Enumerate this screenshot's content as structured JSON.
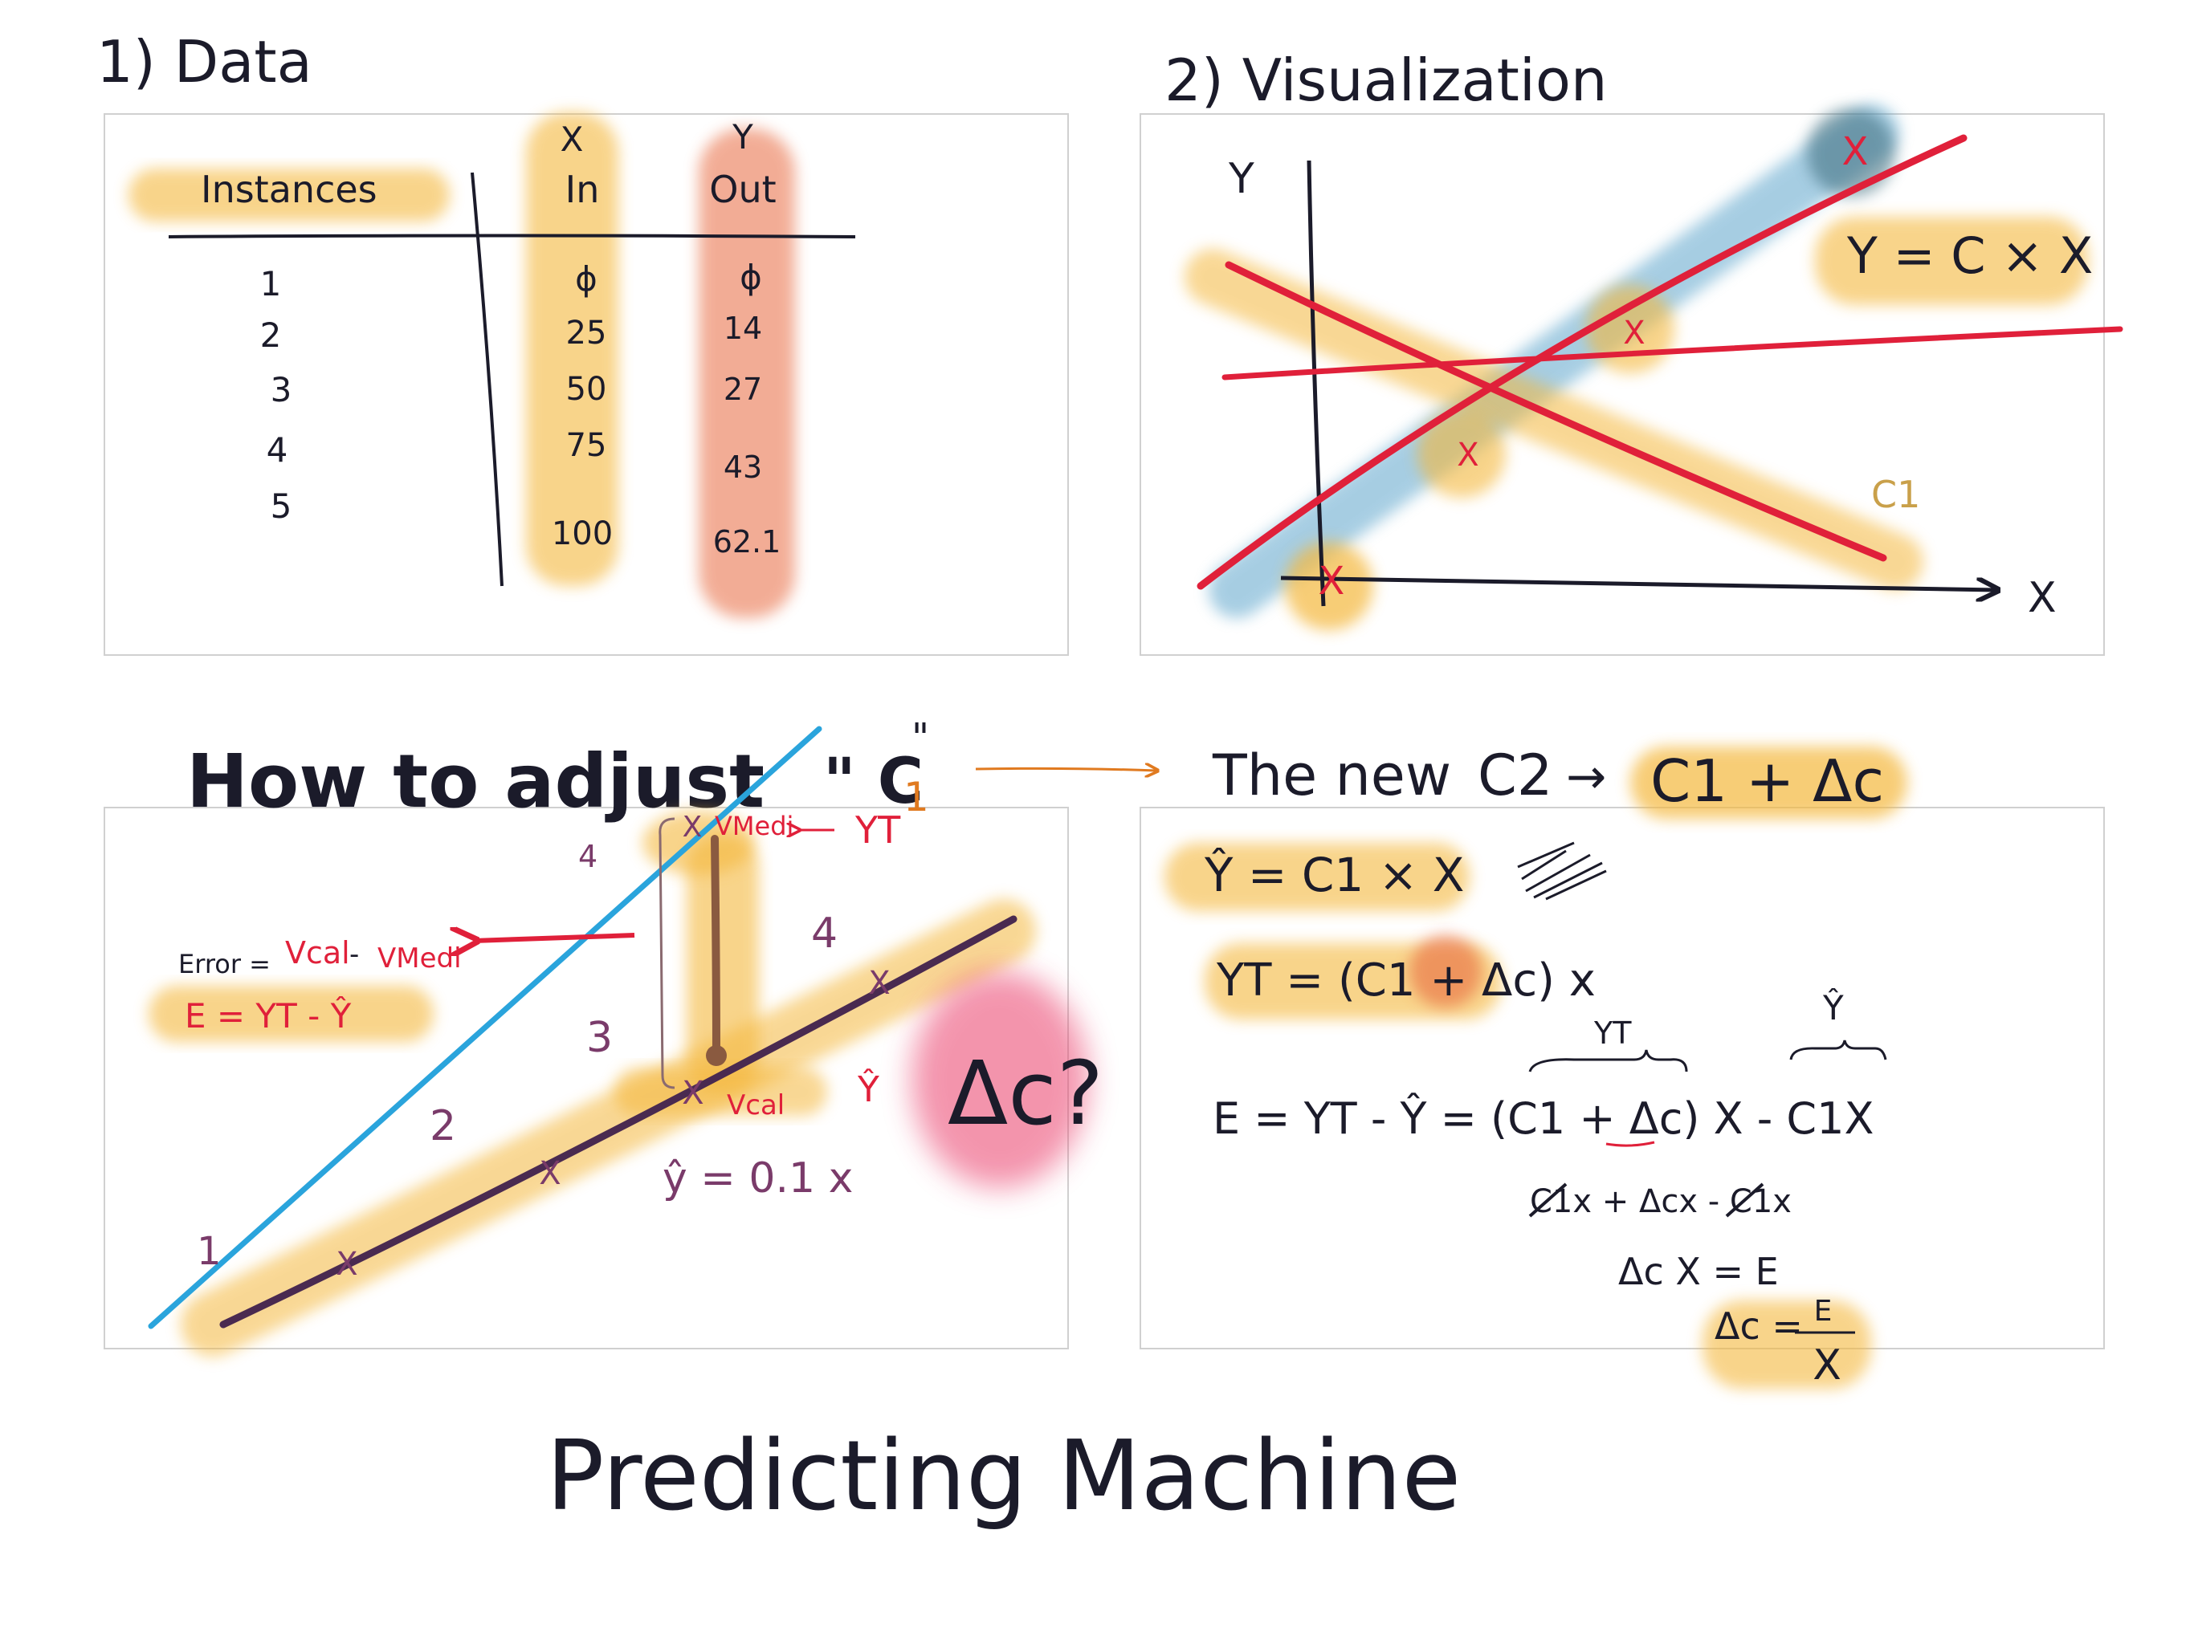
{
  "panels": {
    "data": {
      "title": "1) Data",
      "header_instances": "Instances",
      "header_x": "X",
      "header_y": "Y",
      "header_in": "In",
      "header_out": "Out",
      "instances": [
        "1",
        "2",
        "3",
        "4",
        "5"
      ],
      "in_values": [
        "ϕ",
        "25",
        "50",
        "75",
        "100"
      ],
      "out_values": [
        "ϕ",
        "14",
        "27",
        "43",
        "62.1"
      ]
    },
    "visualization": {
      "title": "2) Visualization",
      "y_axis": "Y",
      "x_axis": "X",
      "equation": "Y = C × X",
      "c1_label": "C1",
      "point_marker": "X"
    },
    "adjust": {
      "title": "How to adjust",
      "c_quote": "\" C",
      "c_sub": "1",
      "c_quote_end": "\"",
      "error_def_prefix": "Error = ",
      "error_def_vcal": "Vcal",
      "error_def_minus": " - ",
      "error_def_vmedi": "VMedi",
      "error_eq": "E  =  YT - Ŷ",
      "vmedi_label": "VMedi",
      "yt_label": "YT",
      "vcal_label": "Vcal",
      "yhat_label": "Ŷ",
      "prediction_eq": "ŷ = 0.1 x",
      "delta_label": "Δc?",
      "line_numbers": [
        "1",
        "2",
        "3",
        "4",
        "4"
      ]
    },
    "update": {
      "title_prefix": "The new",
      "c2": "C2",
      "arrow": "→",
      "title_formula": "C1 + Δc",
      "yhat_eq": "Ŷ  =  C1 × X",
      "yt_eq": "YT = (C1 + Δc) x",
      "brace_yt": "YT",
      "brace_yhat": "Ŷ",
      "error_eq": "E  =  YT - Ŷ = (C1 + Δc) X  -  C1X",
      "simplify_eq": "C1x + Δcx - C1x",
      "delta_x_eq": "Δc X  =  E",
      "delta_num": "Δc =",
      "frac_top": "E",
      "frac_bottom": "X"
    }
  },
  "footer": {
    "title": "Predicting Machine"
  },
  "colors": {
    "ink": "#1b1b2a",
    "red": "#e0203a",
    "highlight_yellow": "#f4b83c",
    "highlight_blue": "#5ea6cc",
    "highlight_red": "#e86a40",
    "highlight_pink": "#ea3c6a",
    "line_blue": "#2aa4dc",
    "line_purple": "#4a2a50",
    "orange": "#e07a20",
    "purple": "#7a3b6a",
    "panel_border": "#c8c8c8"
  },
  "icons": [
    "right-arrow-icon",
    "left-arrow-icon",
    "brace-icon"
  ]
}
